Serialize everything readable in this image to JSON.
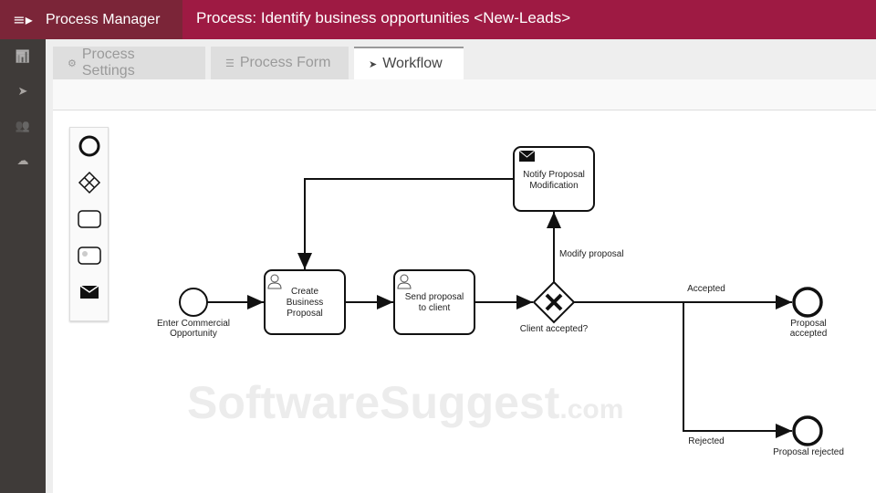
{
  "header": {
    "app_title": "Process Manager",
    "process_title": "Process: Identify business opportunities <New-Leads>"
  },
  "sidebar": {
    "items": [
      {
        "icon": "bar-chart-icon",
        "glyph": "📊"
      },
      {
        "icon": "rocket-icon",
        "glyph": "➤"
      },
      {
        "icon": "users-icon",
        "glyph": "👥"
      },
      {
        "icon": "cloud-icon",
        "glyph": "☁"
      }
    ]
  },
  "tabs": [
    {
      "label": "Process Settings",
      "icon": "⚙"
    },
    {
      "label": "Process Form",
      "icon": "☰"
    },
    {
      "label": "Workflow",
      "icon": "➤",
      "active": true
    }
  ],
  "palette": [
    "start-event",
    "gateway",
    "user-task",
    "service-task",
    "message-event"
  ],
  "diagram": {
    "start_label_1": "Enter Commercial",
    "start_label_2": "Opportunity",
    "task1": [
      "Create",
      "Business",
      "Proposal"
    ],
    "task2": [
      "Send proposal",
      "to client"
    ],
    "notify": [
      "Notify Proposal",
      "Modification"
    ],
    "gateway_label": "Client accepted?",
    "modify_label": "Modify proposal",
    "accepted_label": "Accepted",
    "rejected_label": "Rejected",
    "end1": [
      "Proposal",
      "accepted"
    ],
    "end2": "Proposal rejected"
  },
  "watermark": {
    "main": "SoftwareSuggest",
    "suffix": ".com"
  }
}
